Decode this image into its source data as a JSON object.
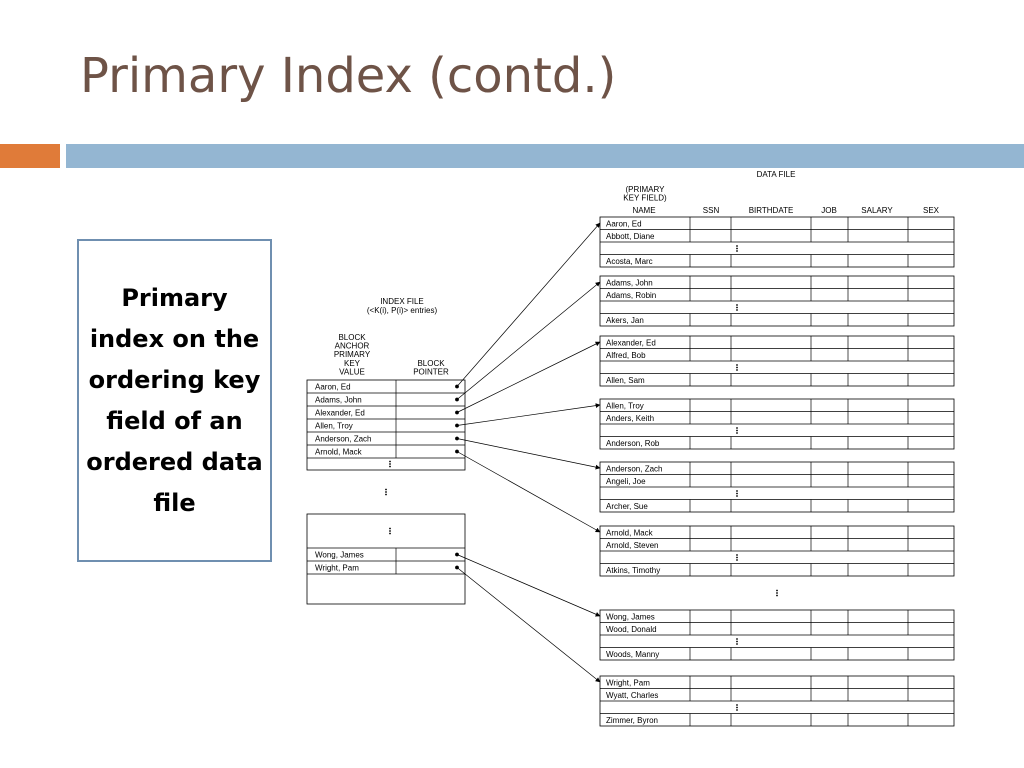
{
  "slide": {
    "title": "Primary Index (contd.)",
    "callout": "Primary index on the ordering key field of an ordered data file"
  },
  "colors": {
    "title": "#6e5347",
    "accent_bar": "#e07b39",
    "main_bar": "#94b6d2",
    "callout_border": "#6f8fb0"
  },
  "index_file": {
    "title_line1": "INDEX FILE",
    "title_line2": "(<K(i), P(i)> entries)",
    "key_header": [
      "BLOCK",
      "ANCHOR",
      "PRIMARY",
      "KEY",
      "VALUE"
    ],
    "pointer_header": [
      "BLOCK",
      "POINTER"
    ],
    "entries_top": [
      "Aaron, Ed",
      "Adams, John",
      "Alexander, Ed",
      "Allen, Troy",
      "Anderson, Zach",
      "Arnold, Mack"
    ],
    "entries_bottom": [
      "Wong, James",
      "Wright, Pam"
    ]
  },
  "data_file": {
    "title": "DATA FILE",
    "primary_key_note": [
      "(PRIMARY",
      "KEY FIELD)"
    ],
    "columns": [
      "NAME",
      "SSN",
      "BIRTHDATE",
      "JOB",
      "SALARY",
      "SEX"
    ],
    "blocks": [
      {
        "first": "Aaron, Ed",
        "second": "Abbott, Diane",
        "last": "Acosta, Marc"
      },
      {
        "first": "Adams, John",
        "second": "Adams, Robin",
        "last": "Akers, Jan"
      },
      {
        "first": "Alexander, Ed",
        "second": "Alfred, Bob",
        "last": "Allen, Sam"
      },
      {
        "first": "Allen, Troy",
        "second": "Anders, Keith",
        "last": "Anderson, Rob"
      },
      {
        "first": "Anderson, Zach",
        "second": "Angeli, Joe",
        "last": "Archer, Sue"
      },
      {
        "first": "Arnold, Mack",
        "second": "Arnold, Steven",
        "last": "Atkins, Timothy"
      },
      {
        "first": "Wong, James",
        "second": "Wood, Donald",
        "last": "Woods, Manny"
      },
      {
        "first": "Wright, Pam",
        "second": "Wyatt, Charles",
        "last": "Zimmer, Byron"
      }
    ]
  }
}
